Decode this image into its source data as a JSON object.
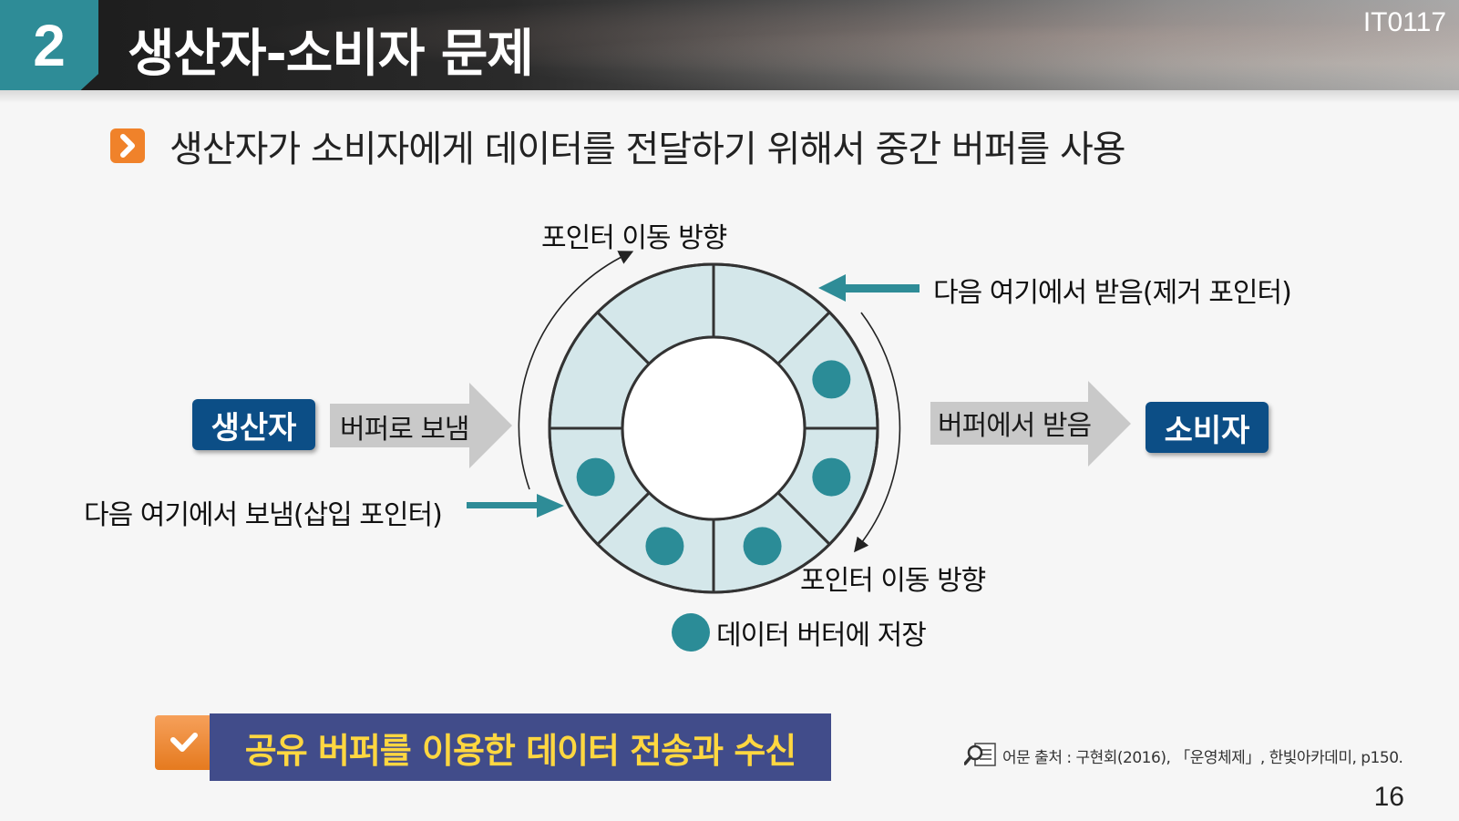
{
  "header": {
    "chapter_number": "2",
    "title": "생산자-소비자 문제",
    "course_code": "IT0117"
  },
  "subtitle": "생산자가 소비자에게 데이터를 전달하기 위해서 중간 버퍼를 사용",
  "diagram": {
    "producer": "생산자",
    "consumer": "소비자",
    "send_to_buffer": "버퍼로 보냄",
    "receive_from_buffer": "버퍼에서 받음",
    "insert_pointer": "다음 여기에서 보냄(삽입 포인터)",
    "remove_pointer": "다음 여기에서 받음(제거 포인터)",
    "pointer_direction_top": "포인터 이동 방향",
    "pointer_direction_bottom": "포인터 이동 방향",
    "legend_data": "데이터 버터에 저장",
    "filled_slots": [
      1,
      2,
      3,
      4,
      5
    ],
    "slot_count": 8,
    "colors": {
      "accent": "#2e8c97",
      "slot_fill": "#d4e7ea",
      "data_dot": "#2b8c97",
      "box_blue": "#0c4e86"
    }
  },
  "banner": "공유 버퍼를 이용한 데이터 전송과 수신",
  "source": "어문 출처 : 구현회(2016), 「운영체제」, 한빛아카데미, p150.",
  "page_number": "16"
}
